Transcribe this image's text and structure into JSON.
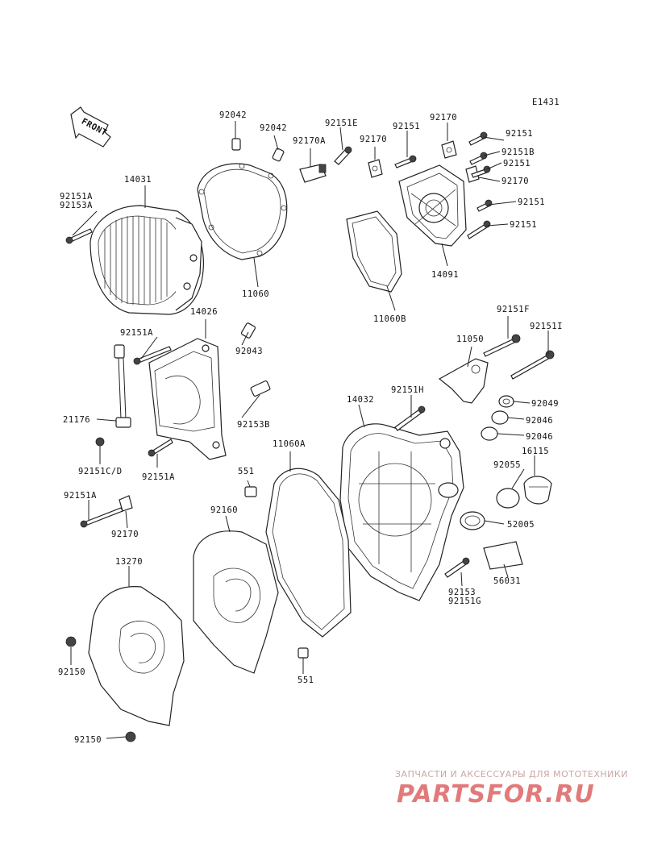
{
  "code": "E1431",
  "front_label": "FRONT",
  "labels": {
    "p92042a": "92042",
    "p92042b": "92042",
    "p92151E": "92151E",
    "p92151_1": "92151",
    "p92170_top": "92170",
    "p92170A": "92170A",
    "p92170_b": "92170",
    "p92151_2": "92151",
    "p92151B": "92151B",
    "p92151_3": "92151",
    "p92170_c": "92170",
    "p92151_4": "92151",
    "p92151_5": "92151",
    "p14091": "14091",
    "p11060B": "11060B",
    "p14031": "14031",
    "p92151A_top": "92151A",
    "p92153A": "92153A",
    "p11060": "11060",
    "p14026": "14026",
    "p92151A_mid": "92151A",
    "p92043": "92043",
    "p21176": "21176",
    "p92153B": "92153B",
    "p92151CD": "92151C/D",
    "p92151A_low": "92151A",
    "p92151A_left": "92151A",
    "p92170_low": "92170",
    "p92151F": "92151F",
    "p92151I": "92151I",
    "p11050": "11050",
    "p14032": "14032",
    "p92151H": "92151H",
    "p92049": "92049",
    "p92046a": "92046",
    "p92046b": "92046",
    "p11060A": "11060A",
    "p551_top": "551",
    "p16115": "16115",
    "p92055": "92055",
    "p92160": "92160",
    "p52005": "52005",
    "p13270": "13270",
    "p56031": "56031",
    "p92153": "92153",
    "p92151G": "92151G",
    "p92150a": "92150",
    "p551_low": "551",
    "p92150b": "92150"
  },
  "watermark": {
    "tagline": "ЗАПЧАСТИ И АКСЕССУАРЫ ДЛЯ МОТОТЕХНИКИ",
    "brand": "PARTSFOR.RU"
  },
  "colors": {
    "line": "#222222",
    "watermark_logo": "#e27a7a",
    "watermark_text": "#c9a6a6"
  }
}
